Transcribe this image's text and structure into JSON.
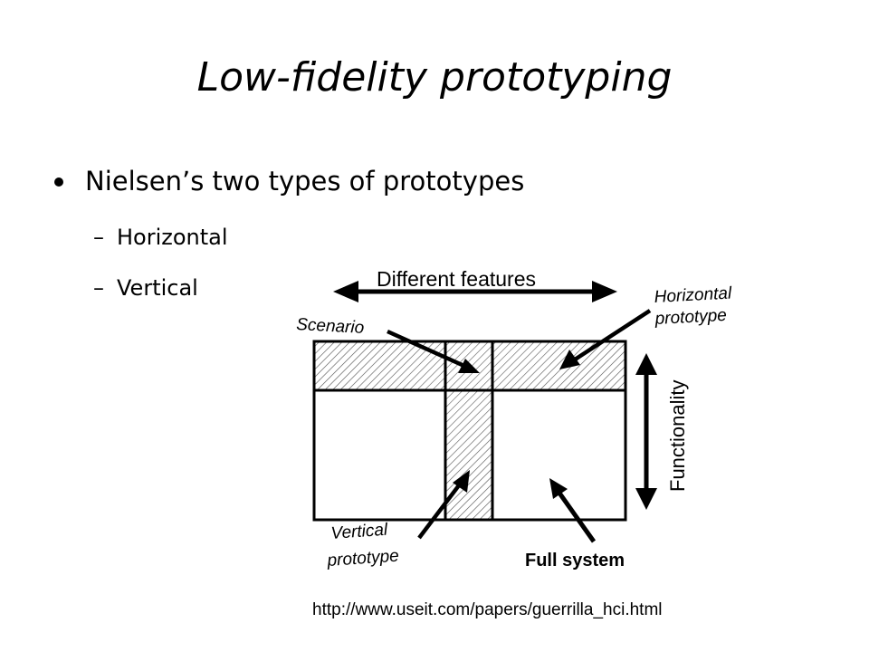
{
  "slide": {
    "title": "Low-fidelity prototyping",
    "bullet": "Nielsen’s two types of prototypes",
    "sub_bullets": [
      "Horizontal",
      "Vertical"
    ],
    "dash": "–"
  },
  "diagram": {
    "labels": {
      "different_features": "Different features",
      "scenario": "Scenario",
      "horizontal_line1": "Horizontal",
      "horizontal_line2": "prototype",
      "functionality": "Functionality",
      "vertical_line1": "Vertical",
      "vertical_line2": "prototype",
      "full_system": "Full system"
    }
  },
  "source_url": "http://www.useit.com/papers/guerrilla_hci.html"
}
